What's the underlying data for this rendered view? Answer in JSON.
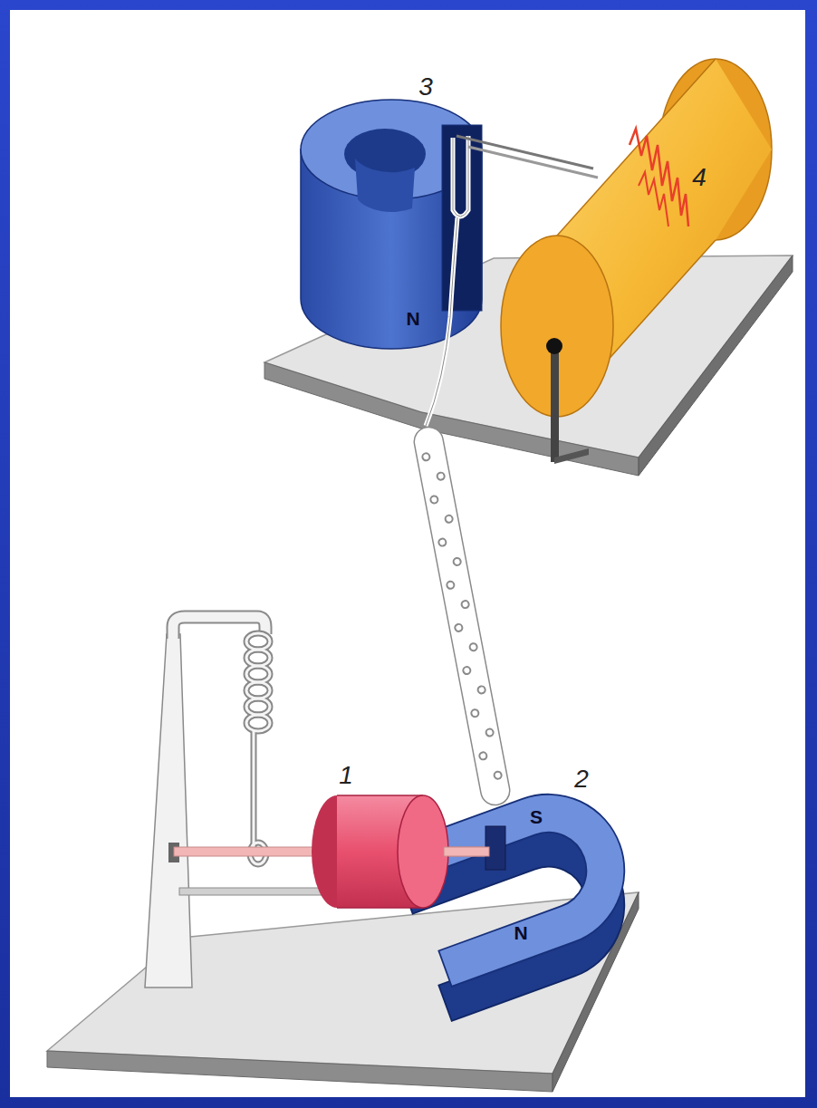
{
  "diagram": {
    "labels": [
      "3",
      "4",
      "1",
      "2",
      "N",
      "N",
      "S"
    ]
  }
}
